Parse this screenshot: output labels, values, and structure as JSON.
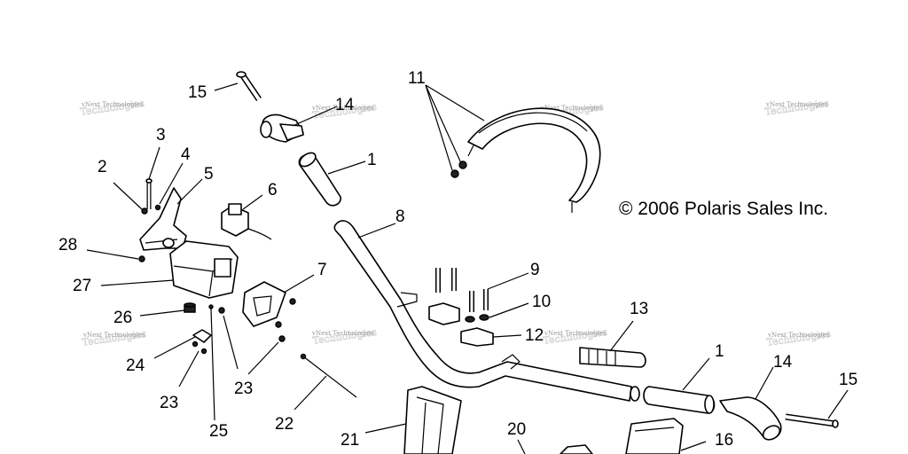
{
  "copyright": "© 2006 Polaris Sales Inc.",
  "watermark": "vNext Technologies",
  "callouts": [
    "1",
    "2",
    "3",
    "4",
    "5",
    "6",
    "7",
    "8",
    "9",
    "10",
    "11",
    "12",
    "13",
    "14",
    "15",
    "16",
    "20",
    "21",
    "22",
    "23",
    "24",
    "25",
    "26",
    "27",
    "28"
  ]
}
